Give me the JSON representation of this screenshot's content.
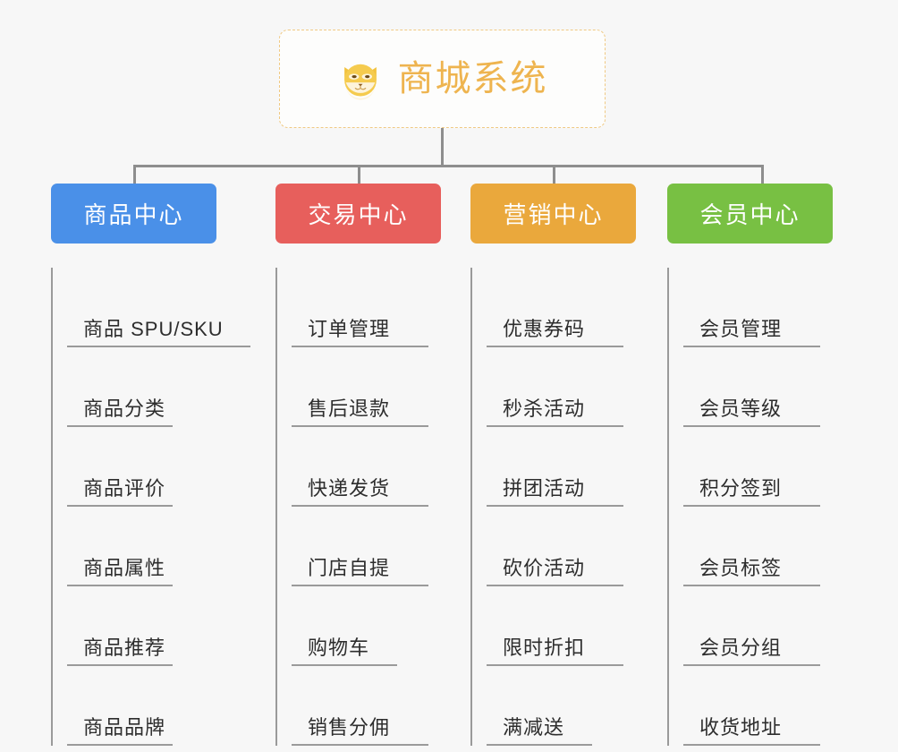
{
  "diagram": {
    "title": "商城系统",
    "logo_icon": "shiba-dog-face-icon",
    "accent_color": "#eeb44f",
    "background": "#f7f7f7",
    "connector_color": "#8e8e8e"
  },
  "categories": [
    {
      "label": "商品中心",
      "color": "#4a90e8",
      "items": [
        "商品 SPU/SKU",
        "商品分类",
        "商品评价",
        "商品属性",
        "商品推荐",
        "商品品牌"
      ]
    },
    {
      "label": "交易中心",
      "color": "#e75f5c",
      "items": [
        "订单管理",
        "售后退款",
        "快递发货",
        "门店自提",
        "购物车",
        "销售分佣"
      ]
    },
    {
      "label": "营销中心",
      "color": "#eaa83c",
      "items": [
        "优惠券码",
        "秒杀活动",
        "拼团活动",
        "砍价活动",
        "限时折扣",
        "满减送"
      ]
    },
    {
      "label": "会员中心",
      "color": "#78c043",
      "items": [
        "会员管理",
        "会员等级",
        "积分签到",
        "会员标签",
        "会员分组",
        "收货地址"
      ]
    }
  ]
}
